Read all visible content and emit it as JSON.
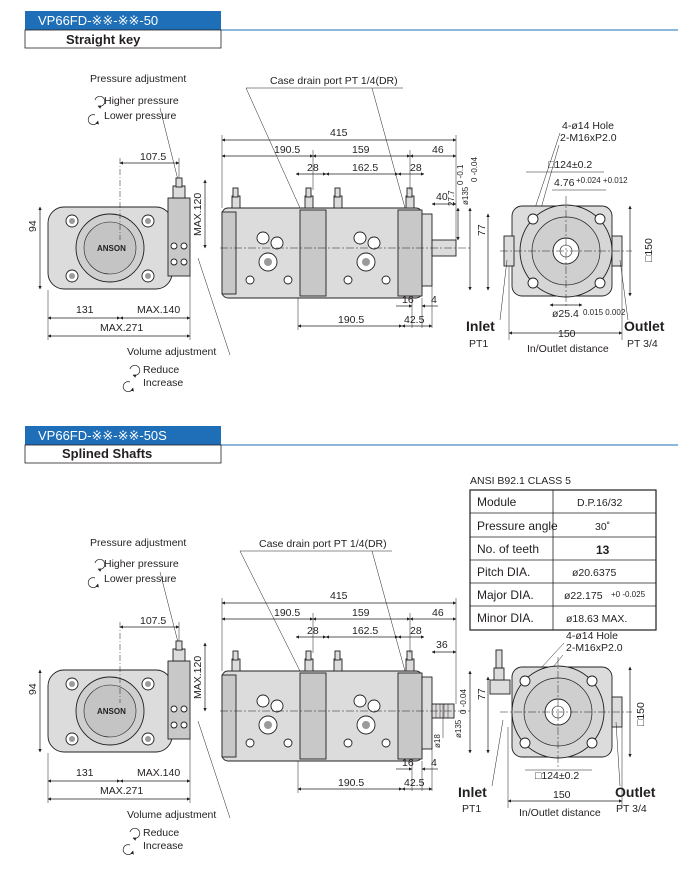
{
  "section1": {
    "model": "VP66FD-※※-※※-50",
    "subtitle": "Straight key"
  },
  "section2": {
    "model": "VP66FD-※※-※※-50S",
    "subtitle": "Splined Shafts"
  },
  "labels": {
    "pressure_adjustment": "Pressure adjustment",
    "higher_pressure": "Higher pressure",
    "lower_pressure": "Lower pressure",
    "volume_adjustment": "Volume adjustment",
    "reduce": "Reduce",
    "increase": "Increase",
    "case_drain": "Case drain port   PT 1/4(DR)",
    "inlet": "Inlet",
    "inlet_port": "PT1",
    "outlet": "Outlet",
    "outlet_port": "PT 3/4",
    "io_distance": "In/Outlet distance",
    "holes": "4-ø14 Hole",
    "thread": "2-M16xP2.0",
    "brand": "ANSON"
  },
  "dims": {
    "d415": "415",
    "d190_5": "190.5",
    "d159": "159",
    "d46": "46",
    "d28": "28",
    "d162_5": "162.5",
    "d107_5": "107.5",
    "d94": "94",
    "max120": "MAX.120",
    "d131": "131",
    "max140": "MAX.140",
    "max271": "MAX.271",
    "d40": "40",
    "d77": "77",
    "d27_7": "27.7",
    "d27_7_tol": "0 -0.1",
    "d135": "ø135",
    "d135_tol": "0 -0.04",
    "d16": "16",
    "d4": "4",
    "d42_5": "42.5",
    "d124": "□124±0.2",
    "d4_76": "4.76",
    "d4_76_tol": "+0.024 +0.012",
    "d25_4": "ø25.4",
    "d25_4_tol": "0.015 0.002",
    "d150": "150",
    "sq150": "□150",
    "d36": "36",
    "d18": "ø18"
  },
  "spline_table": {
    "title": "ANSI  B92.1 CLASS 5",
    "rows": [
      {
        "param": "Module",
        "value": "D.P.16/32"
      },
      {
        "param": "Pressure angle",
        "value": "30˚"
      },
      {
        "param": "No. of teeth",
        "value": "13"
      },
      {
        "param": "Pitch DIA.",
        "value": "ø20.6375"
      },
      {
        "param": "Major DIA.",
        "value": "ø22.175",
        "tol": "+0 -0.025"
      },
      {
        "param": "Minor DIA.",
        "value": "ø18.63 MAX."
      }
    ]
  }
}
